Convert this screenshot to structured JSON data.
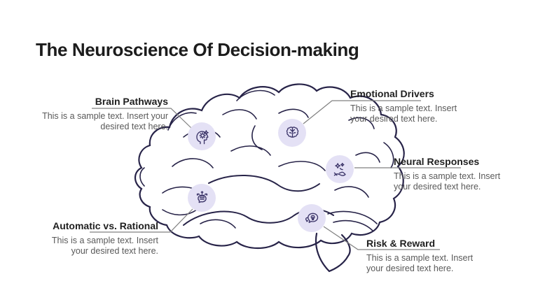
{
  "slide": {
    "title": "The Neuroscience Of Decision-making",
    "background_color": "#ffffff"
  },
  "colors": {
    "sketch_stroke": "#272348",
    "icon_circle_fill": "#e4e1f5",
    "icon_stroke": "#3c3569",
    "label_text": "#1f1f1f",
    "body_text": "#595959",
    "leader_line": "#808080"
  },
  "callouts": [
    {
      "id": "brain-pathways",
      "label": "Brain Pathways",
      "body": "This is a sample text. Insert your desired text here.",
      "icon": "head-gears-icon"
    },
    {
      "id": "emotional-drivers",
      "label": "Emotional Drivers",
      "body": "This is a sample text. Insert your desired text here.",
      "icon": "brain-icon"
    },
    {
      "id": "neural-responses",
      "label": "Neural Responses",
      "body": "This is a sample text. Insert your desired text here.",
      "icon": "hand-stars-icon"
    },
    {
      "id": "automatic-vs-rational",
      "label": "Automatic vs. Rational",
      "body": "This is a sample text. Insert your desired text here.",
      "icon": "brain-sprout-icon"
    },
    {
      "id": "risk-reward",
      "label": "Risk & Reward",
      "body": "This is a sample text. Insert your desired text here.",
      "icon": "lightbulb-bubble-icon"
    }
  ]
}
